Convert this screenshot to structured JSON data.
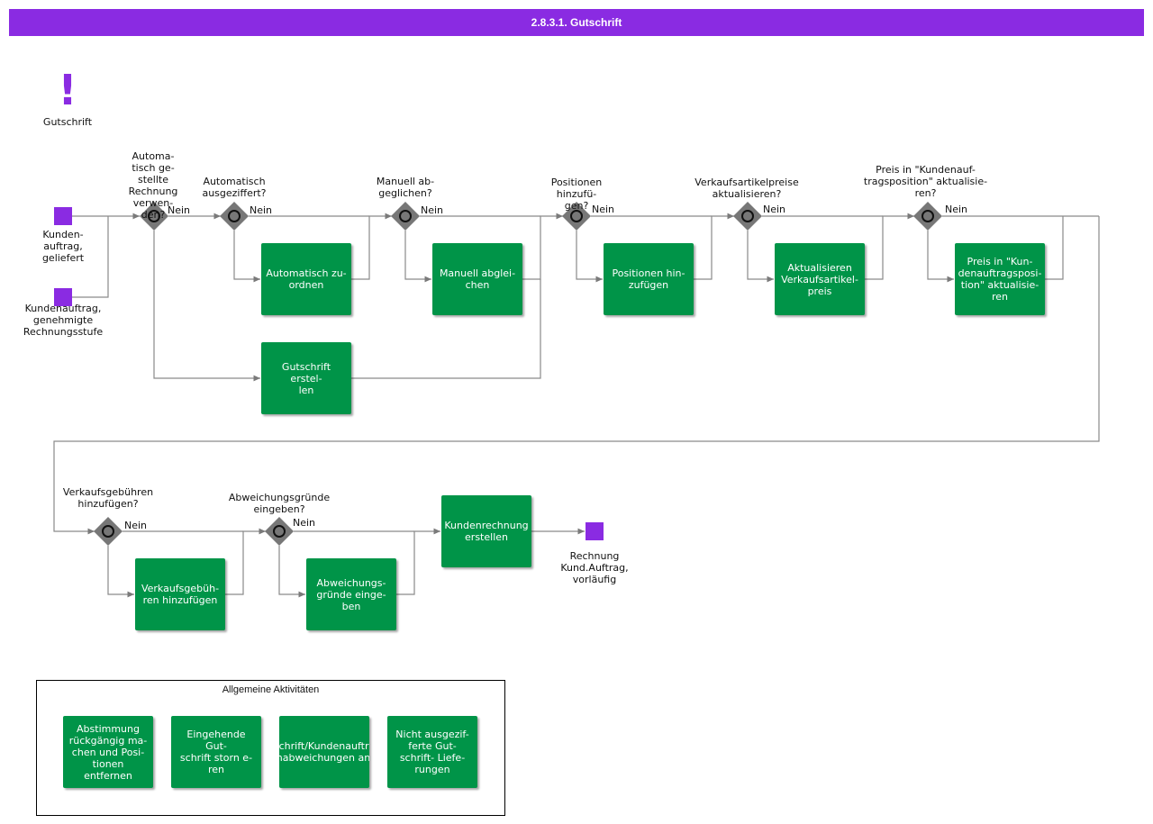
{
  "header": {
    "title": "2.8.3.1. Gutschrift"
  },
  "colors": {
    "header": "#8a2be2",
    "task": "#009448",
    "event": "#8a2be2",
    "gateway": "#777777",
    "line": "#8a8a8a"
  },
  "start_icon": {
    "icon": "exclamation-icon",
    "glyph": "!",
    "label": "Gutschrift"
  },
  "events": {
    "start1": "Kunden-\nauftrag,\ngeliefert",
    "start2": "Kundenauftrag,\ngenehmigte\nRechnungsstufe",
    "end": "Rechnung\nKund.Auftrag,\nvorläufig"
  },
  "gateways": {
    "g1": {
      "question": "Automa-\ntisch ge-\nstellte\nRechnung\nverwen-\nden?",
      "no": "Nein"
    },
    "g2": {
      "question": "Automatisch\nausgeziffert?",
      "no": "Nein"
    },
    "g3": {
      "question": "Manuell  ab-\ngeglichen?",
      "no": "Nein"
    },
    "g4": {
      "question": "Positionen\nhinzufü-\ngen?",
      "no": "Nein"
    },
    "g5": {
      "question": "Verkaufsartikelpreise\naktualisieren?",
      "no": "Nein"
    },
    "g6": {
      "question": "Preis in  \"Kundenauf-\ntragsposition\"  aktualisie-\nren?",
      "no": "Nein"
    },
    "g7": {
      "question": "Verkaufsgebühren\nhinzufügen?",
      "no": "Nein"
    },
    "g8": {
      "question": "Abweichungsgründe\neingeben?",
      "no": "Nein"
    }
  },
  "tasks": {
    "auto_zuordnen": "Automatisch zu-\nordnen",
    "gutschrift_erstellen": "Gutschrift erstel-\nlen",
    "manuell_abgleichen": "Manuell abglei-\nchen",
    "positionen_hinzufuegen": "Positionen hin-\nzufügen",
    "preis_aktualisieren": "Aktualisieren\nVerkaufsartikel-\npreis",
    "kundenauftragsposition": "Preis in  \"Kun-\ndenauftragsposi-\ntion\"  aktualisie-\nren",
    "verkaufsgebuehren": "Verkaufsgebüh-\nren hinzufügen",
    "abweichungsgruende": "Abweichungs-\ngründe  einge-\nben",
    "kundenrechnung": "Kundenrechnung\nerstellen"
  },
  "legend": {
    "title": "Allgemeine Aktivitäten",
    "items": [
      "Abstimmung\nrückgängig ma-\nchen und Posi-\ntionen entfernen",
      "Eingehende Gut-\nschrift storn e-\nren",
      "Gutschrift/Kundenauftragsp\nmabweichungen    anz",
      "Nicht ausgezif-\nferte  Gut-\nschrift- Liefe-\nrungen"
    ]
  }
}
